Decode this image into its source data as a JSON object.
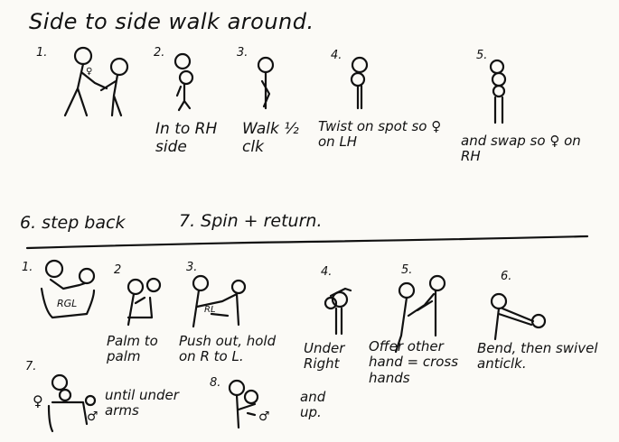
{
  "title": "Side to side walk around.",
  "part1": {
    "steps": [
      {
        "num": "1.",
        "caption": ""
      },
      {
        "num": "2.",
        "caption": "In to RH side"
      },
      {
        "num": "3.",
        "caption": "Walk ½ clk"
      },
      {
        "num": "4.",
        "caption": "Twist on spot so ♀ on LH"
      },
      {
        "num": "5.",
        "caption": "and swap so ♀ on RH"
      }
    ]
  },
  "section_labels": {
    "step_back": "6. step back",
    "spin_return": "7. Spin + return."
  },
  "part2": {
    "steps": [
      {
        "num": "1.",
        "caption": ""
      },
      {
        "num": "2",
        "caption": "Palm to palm"
      },
      {
        "num": "3.",
        "caption": "Push out, hold on R to L."
      },
      {
        "num": "4.",
        "caption": "Under Right"
      },
      {
        "num": "5.",
        "caption": "Offer other hand = cross hands"
      },
      {
        "num": "6.",
        "caption": "Bend, then swivel anticlk."
      },
      {
        "num": "7.",
        "caption": "until under arms"
      },
      {
        "num": "8.",
        "caption": "and up."
      }
    ]
  },
  "figure_labels": {
    "rgl": "RGL",
    "rl": "RL",
    "female": "♀",
    "male": "♂"
  }
}
